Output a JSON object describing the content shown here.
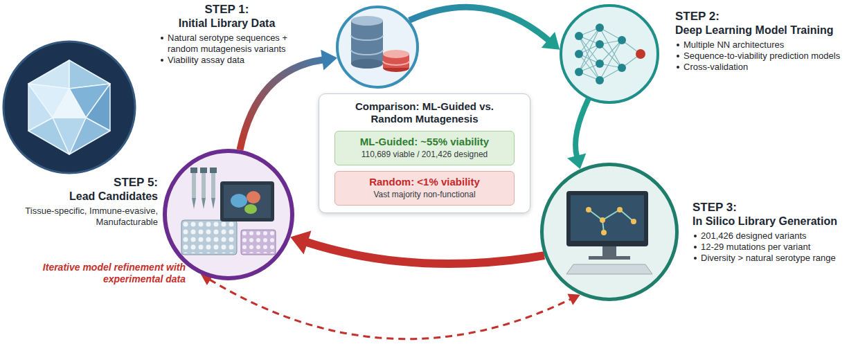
{
  "diagram": {
    "nodes": [
      {
        "text": [
          "STEP 1:",
          "Initial Library Data",
          "Natural serotype sequences + random mutagenesis variants",
          "Viability assay data"
        ]
      },
      {
        "text": [
          "STEP 2:",
          "Deep Learning Model Training",
          "Multiple NN architectures",
          "Sequence-to-viability prediction models",
          "Cross-validation"
        ]
      },
      {
        "text": [
          "Comparison: ML-Guided vs. Random Mutagenesis"
        ]
      },
      {
        "text": [
          "ML-Guided: ~55% viability",
          "110,689 viable / 201,426 designed"
        ],
        "in": 2
      },
      {
        "text": [
          "Random: <1% viability",
          "Vast majority non-functional"
        ],
        "in": 2
      },
      {
        "text": [
          "STEP 5:",
          "Lead Candidates",
          "Tissue-specific, Immune-evasive, Manufacturable"
        ]
      },
      {
        "text": [
          "STEP 3:",
          "In Silico Library Generation",
          "201,426 designed variants",
          "12-29 mutations per variant",
          "Diversity > natural serotype range"
        ]
      }
    ],
    "edges": [
      {
        "from": 5,
        "to": 0,
        "arrow": "to"
      },
      {
        "from": 0,
        "to": 1,
        "arrow": "to"
      },
      {
        "from": 1,
        "to": 6,
        "arrow": "to"
      },
      {
        "from": 6,
        "to": 5,
        "arrow": "to"
      },
      {
        "from": 5,
        "to": 6,
        "arrow": "both",
        "label": "Iterative model refinement with experimental data"
      }
    ]
  }
}
